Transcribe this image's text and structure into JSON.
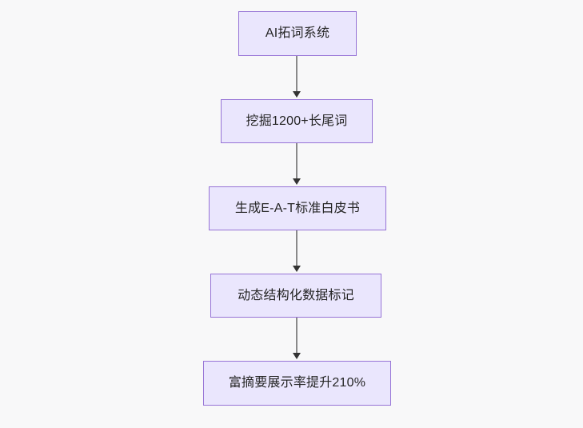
{
  "diagram": {
    "type": "flowchart",
    "direction": "top-to-bottom",
    "background_color": "#f8f8f9",
    "node_fill_color": "#eae6fd",
    "node_border_color": "#9673d6",
    "node_text_color": "#262626",
    "edge_color": "#8a8a8a",
    "arrowhead_color": "#333333",
    "nodes": [
      {
        "id": "n1",
        "label": "AI拓词系统"
      },
      {
        "id": "n2",
        "label": "挖掘1200+长尾词"
      },
      {
        "id": "n3",
        "label": "生成E-A-T标准白皮书"
      },
      {
        "id": "n4",
        "label": "动态结构化数据标记"
      },
      {
        "id": "n5",
        "label": "富摘要展示率提升210%"
      }
    ],
    "edges": [
      {
        "from": "n1",
        "to": "n2"
      },
      {
        "from": "n2",
        "to": "n3"
      },
      {
        "from": "n3",
        "to": "n4"
      },
      {
        "from": "n4",
        "to": "n5"
      }
    ]
  }
}
